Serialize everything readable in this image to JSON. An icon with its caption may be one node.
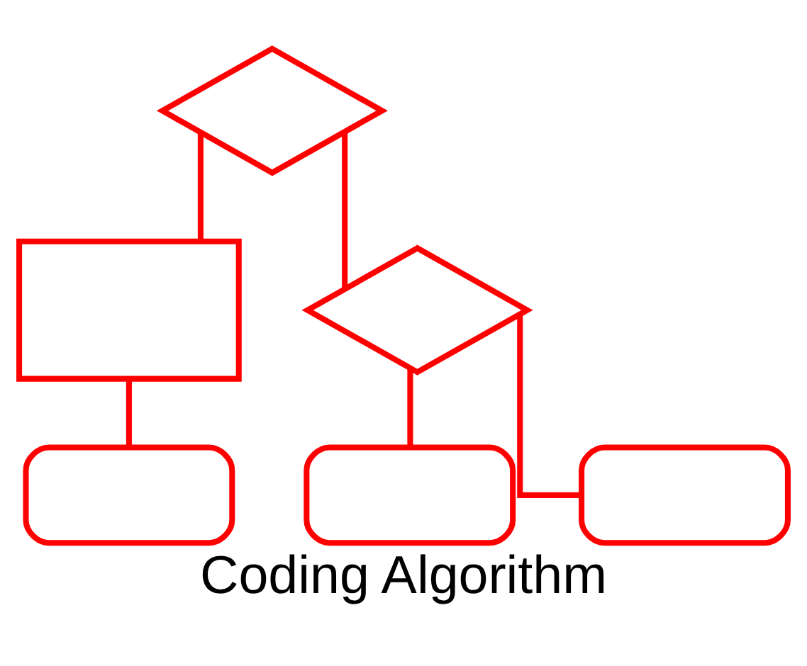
{
  "diagram": {
    "title": "Coding Algorithm",
    "nodes": [
      {
        "text": [],
        "shape": "diamond"
      },
      {
        "text": [],
        "shape": "box"
      },
      {
        "text": [],
        "shape": "diamond"
      },
      {
        "text": [],
        "shape": "oval"
      },
      {
        "text": [],
        "shape": "oval"
      },
      {
        "text": [],
        "shape": "oval"
      }
    ],
    "edges": [
      {
        "from": 0,
        "to": 1,
        "arrow": "none"
      },
      {
        "from": 0,
        "to": 2,
        "arrow": "none"
      },
      {
        "from": 1,
        "to": 3,
        "arrow": "none"
      },
      {
        "from": 2,
        "to": 4,
        "arrow": "none"
      },
      {
        "from": 2,
        "to": 5,
        "arrow": "none"
      }
    ]
  }
}
